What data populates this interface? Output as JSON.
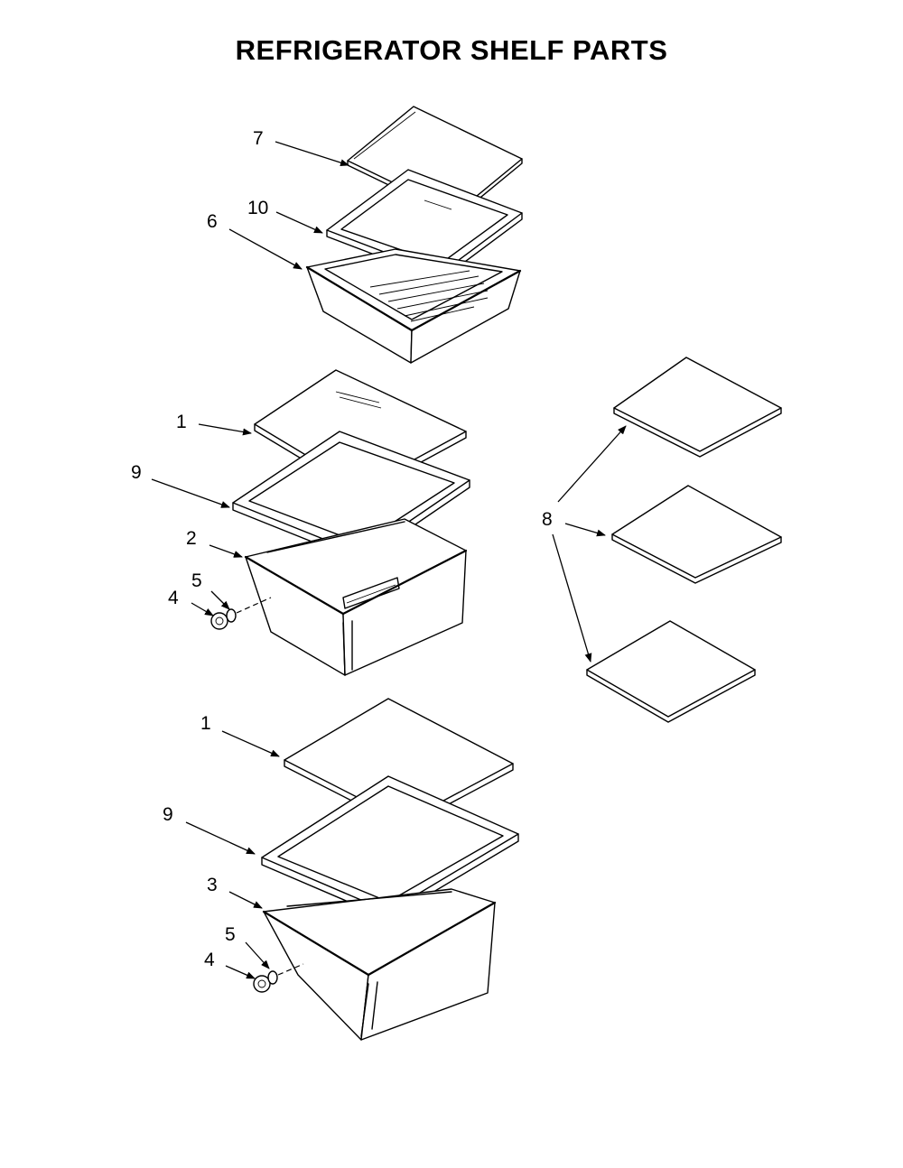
{
  "title": "REFRIGERATOR SHELF PARTS",
  "callouts": [
    {
      "id": "c7",
      "label": "7"
    },
    {
      "id": "c10",
      "label": "10"
    },
    {
      "id": "c6",
      "label": "6"
    },
    {
      "id": "c1a",
      "label": "1"
    },
    {
      "id": "c9a",
      "label": "9"
    },
    {
      "id": "c2",
      "label": "2"
    },
    {
      "id": "c5a",
      "label": "5"
    },
    {
      "id": "c4a",
      "label": "4"
    },
    {
      "id": "c1b",
      "label": "1"
    },
    {
      "id": "c9b",
      "label": "9"
    },
    {
      "id": "c3",
      "label": "3"
    },
    {
      "id": "c5b",
      "label": "5"
    },
    {
      "id": "c4b",
      "label": "4"
    },
    {
      "id": "c8",
      "label": "8"
    }
  ]
}
